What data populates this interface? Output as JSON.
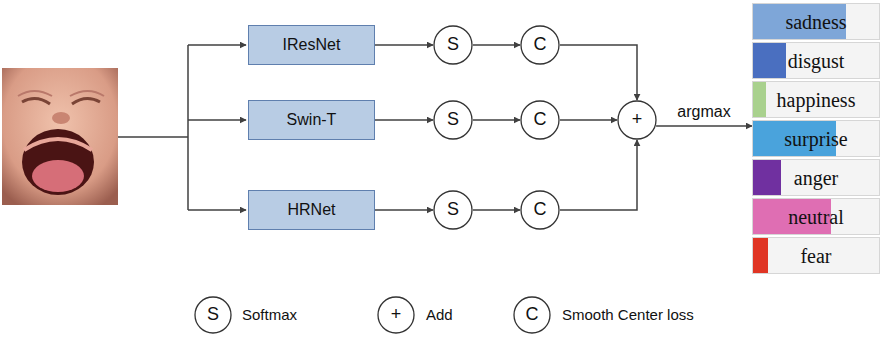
{
  "diagram": {
    "nodes": [
      {
        "text": [
          "IResNet"
        ]
      },
      {
        "text": [
          "S"
        ]
      },
      {
        "text": [
          "C"
        ]
      },
      {
        "text": [
          "Swin-T"
        ]
      },
      {
        "text": [
          "S"
        ]
      },
      {
        "text": [
          "C"
        ]
      },
      {
        "text": [
          "HRNet"
        ]
      },
      {
        "text": [
          "S"
        ]
      },
      {
        "text": [
          "C"
        ]
      },
      {
        "text": [
          "+"
        ]
      },
      {
        "text": [
          "sadness"
        ]
      },
      {
        "text": [
          "disgust"
        ]
      },
      {
        "text": [
          "happiness"
        ]
      },
      {
        "text": [
          "surprise"
        ]
      },
      {
        "text": [
          "anger"
        ]
      },
      {
        "text": [
          "neutral"
        ]
      },
      {
        "text": [
          "fear"
        ]
      },
      {
        "text": [
          "S"
        ]
      },
      {
        "text": [
          "+"
        ]
      },
      {
        "text": [
          "C"
        ]
      }
    ],
    "edges": [
      {
        "from": 0,
        "to": 1,
        "arrow": "to"
      },
      {
        "from": 1,
        "to": 2,
        "arrow": "to"
      },
      {
        "from": 2,
        "to": 9,
        "arrow": "to"
      },
      {
        "from": 3,
        "to": 4,
        "arrow": "to"
      },
      {
        "from": 4,
        "to": 5,
        "arrow": "to"
      },
      {
        "from": 5,
        "to": 9,
        "arrow": "to"
      },
      {
        "from": 6,
        "to": 7,
        "arrow": "to"
      },
      {
        "from": 7,
        "to": 8,
        "arrow": "to"
      },
      {
        "from": 8,
        "to": 9,
        "arrow": "to"
      },
      {
        "from": 9,
        "to": 13,
        "label": "argmax",
        "arrow": "to"
      }
    ],
    "legend": [
      {
        "text": "Softmax"
      },
      {
        "text": "Add"
      },
      {
        "text": "Smooth Center loss"
      }
    ]
  }
}
